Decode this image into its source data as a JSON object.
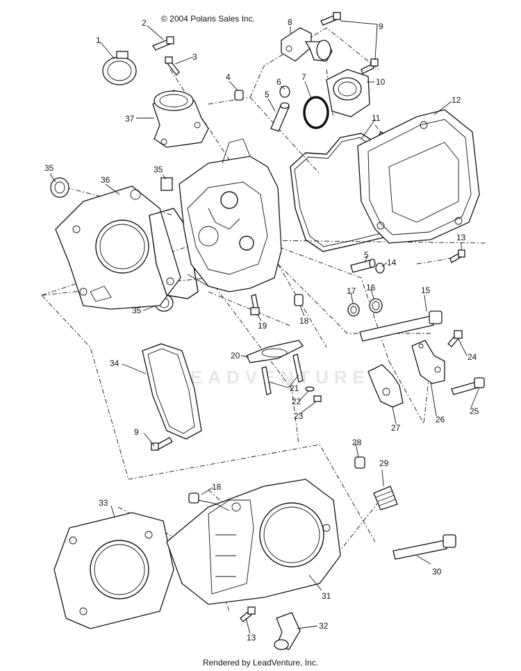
{
  "copyright": "© 2004 Polaris Sales Inc.",
  "footer": "Rendered by LeadVenture, Inc.",
  "watermark": "LEADVENTURE",
  "callouts": [
    "1",
    "2",
    "3",
    "4",
    "5",
    "6",
    "7",
    "8",
    "9",
    "10",
    "11",
    "12",
    "13",
    "14",
    "15",
    "16",
    "17",
    "18",
    "19",
    "20",
    "21",
    "22",
    "23",
    "24",
    "25",
    "26",
    "27",
    "28",
    "29",
    "30",
    "31",
    "32",
    "33",
    "34",
    "35",
    "36",
    "37"
  ],
  "callout_list": [
    {
      "id": "c1",
      "text": "1"
    },
    {
      "id": "c2",
      "text": "2"
    },
    {
      "id": "c3",
      "text": "3"
    },
    {
      "id": "c4",
      "text": "4"
    },
    {
      "id": "c5a",
      "text": "5"
    },
    {
      "id": "c5b",
      "text": "5"
    },
    {
      "id": "c6",
      "text": "6"
    },
    {
      "id": "c7",
      "text": "7"
    },
    {
      "id": "c8",
      "text": "8"
    },
    {
      "id": "c9a",
      "text": "9"
    },
    {
      "id": "c9b",
      "text": "9"
    },
    {
      "id": "c10",
      "text": "10"
    },
    {
      "id": "c11",
      "text": "11"
    },
    {
      "id": "c12",
      "text": "12"
    },
    {
      "id": "c13a",
      "text": "13"
    },
    {
      "id": "c13b",
      "text": "13"
    },
    {
      "id": "c14",
      "text": "14"
    },
    {
      "id": "c15",
      "text": "15"
    },
    {
      "id": "c16",
      "text": "16"
    },
    {
      "id": "c17",
      "text": "17"
    },
    {
      "id": "c18a",
      "text": "18"
    },
    {
      "id": "c18b",
      "text": "18"
    },
    {
      "id": "c19",
      "text": "19"
    },
    {
      "id": "c20",
      "text": "20"
    },
    {
      "id": "c21",
      "text": "21"
    },
    {
      "id": "c22",
      "text": "22"
    },
    {
      "id": "c23",
      "text": "23"
    },
    {
      "id": "c24",
      "text": "24"
    },
    {
      "id": "c25",
      "text": "25"
    },
    {
      "id": "c26",
      "text": "26"
    },
    {
      "id": "c27",
      "text": "27"
    },
    {
      "id": "c28",
      "text": "28"
    },
    {
      "id": "c29",
      "text": "29"
    },
    {
      "id": "c30",
      "text": "30"
    },
    {
      "id": "c31",
      "text": "31"
    },
    {
      "id": "c32",
      "text": "32"
    },
    {
      "id": "c33",
      "text": "33"
    },
    {
      "id": "c34",
      "text": "34"
    },
    {
      "id": "c35a",
      "text": "35"
    },
    {
      "id": "c35b",
      "text": "35"
    },
    {
      "id": "c35c",
      "text": "35"
    },
    {
      "id": "c36",
      "text": "36"
    },
    {
      "id": "c37",
      "text": "37"
    }
  ]
}
